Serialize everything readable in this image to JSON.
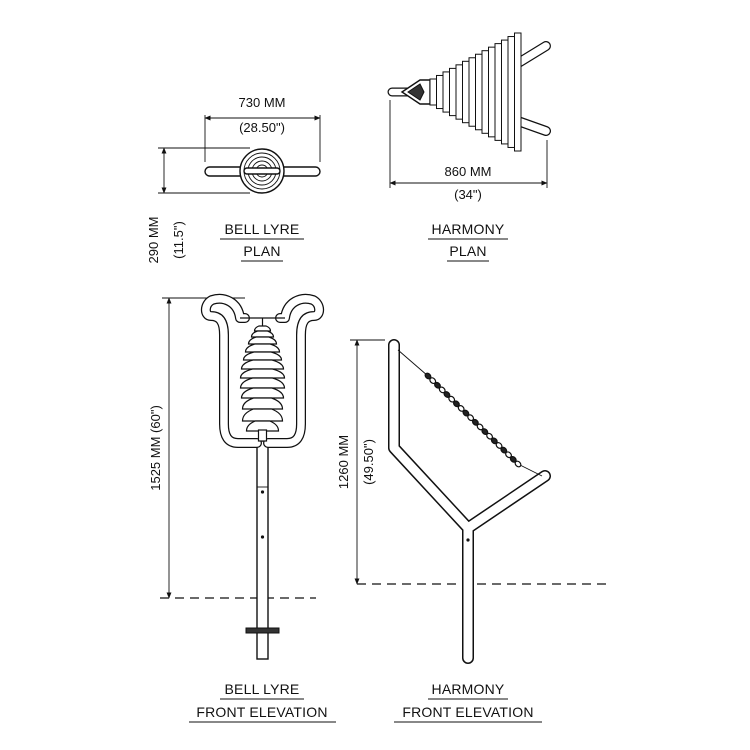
{
  "bell_lyre_plan": {
    "width_mm": "730 MM",
    "width_in": "(28.50\")",
    "depth_mm": "290 MM",
    "depth_in": "(11.5\")",
    "caption_line1": "BELL LYRE",
    "caption_line2": "PLAN"
  },
  "harmony_plan": {
    "width_mm": "860 MM",
    "width_in": "(34\")",
    "caption_line1": "HARMONY",
    "caption_line2": "PLAN"
  },
  "bell_lyre_elevation": {
    "height": "1525 MM (60\")",
    "caption_line1": "BELL LYRE",
    "caption_line2": "FRONT ELEVATION"
  },
  "harmony_elevation": {
    "height_mm": "1260 MM",
    "height_in": "(49.50\")",
    "caption_line1": "HARMONY",
    "caption_line2": "FRONT ELEVATION"
  }
}
